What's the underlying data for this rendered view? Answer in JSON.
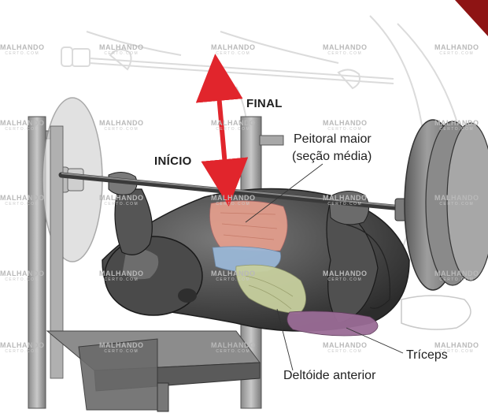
{
  "labels": {
    "final": "FINAL",
    "inicio": "INÍCIO",
    "peitoral_line1": "Peitoral maior",
    "peitoral_line2": "(seção média)",
    "triceps": "Tríceps",
    "deltoide": "Deltóide anterior"
  },
  "watermark": {
    "text": "MALHANDO",
    "subtext": "CERTO.COM"
  },
  "colors": {
    "arrow": "#e1252c",
    "pectoral": "#e8a08e",
    "deltoid_blue": "#9ab7d6",
    "deltoid_green": "#c7cf9e",
    "triceps": "#9a6c96",
    "equipment": "#9a9a9a",
    "body_dark": "#3e3e3e",
    "corner_badge": "#8e1414"
  }
}
